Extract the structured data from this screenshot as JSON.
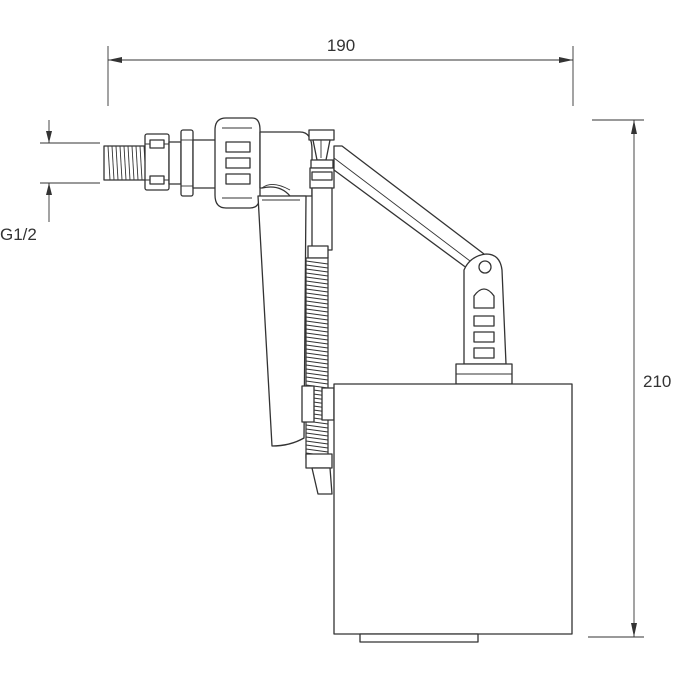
{
  "dimensions": {
    "width_label": "190",
    "height_label": "210",
    "thread_label": "G1/2"
  },
  "colors": {
    "line": "#333333",
    "background": "#ffffff"
  }
}
